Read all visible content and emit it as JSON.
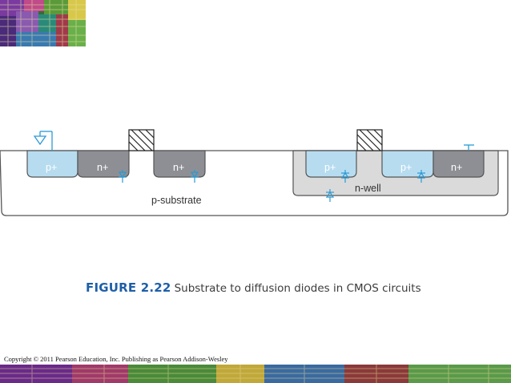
{
  "diagram": {
    "substrate_label": "p-substrate",
    "nwell_label": "n-well",
    "nmos_side": {
      "p_plus": "p+",
      "n_plus_left": "n+",
      "n_plus_right": "n+"
    },
    "pmos_side": {
      "p_plus_left": "p+",
      "p_plus_right": "p+",
      "n_plus": "n+"
    }
  },
  "caption": {
    "figure_number": "FIGURE 2.22",
    "text": "Substrate to diffusion diodes in CMOS circuits"
  },
  "footer": {
    "copyright": "Copyright © 2011 Pearson Education, Inc. Publishing as Pearson Addison-Wesley"
  },
  "colors": {
    "p_diffusion": "#b7dcf0",
    "n_diffusion": "#8d8f94",
    "n_well": "#dadada",
    "diode": "#2a9ad6",
    "figure_number": "#1e5fa8"
  }
}
